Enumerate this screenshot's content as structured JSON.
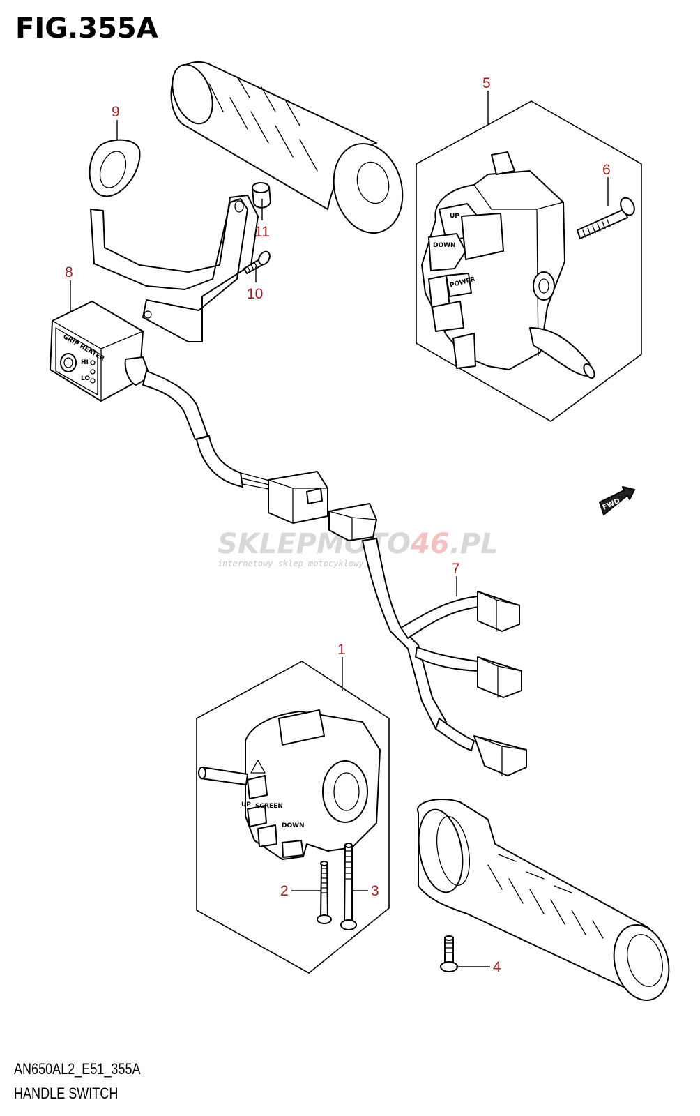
{
  "figure": {
    "title": "FIG.355A",
    "code": "AN650AL2_E51_355A",
    "name": "HANDLE SWITCH"
  },
  "callouts": [
    {
      "id": "c1",
      "label": "1"
    },
    {
      "id": "c2",
      "label": "2"
    },
    {
      "id": "c3",
      "label": "3"
    },
    {
      "id": "c4",
      "label": "4"
    },
    {
      "id": "c5",
      "label": "5"
    },
    {
      "id": "c6",
      "label": "6"
    },
    {
      "id": "c7",
      "label": "7"
    },
    {
      "id": "c8",
      "label": "8"
    },
    {
      "id": "c9",
      "label": "9"
    },
    {
      "id": "c10",
      "label": "10"
    },
    {
      "id": "c11",
      "label": "11"
    }
  ],
  "part_labels": {
    "grip_heater": "GRIP HEATER",
    "hi": "HI",
    "lo": "LO",
    "up": "UP",
    "down": "DOWN",
    "power": "POWER",
    "screen": "SCREEN",
    "fwd": "FWD"
  },
  "watermark": {
    "brand_a": "SKLEP",
    "brand_b": "MOTO",
    "brand_c": "46",
    "brand_d": ".PL",
    "tagline": "internetowy sklep motocyklowy"
  },
  "colors": {
    "callout": "#9e1b1b",
    "line": "#000000",
    "watermark": "#d8d8d8",
    "watermark_accent": "#f4c1c1"
  }
}
